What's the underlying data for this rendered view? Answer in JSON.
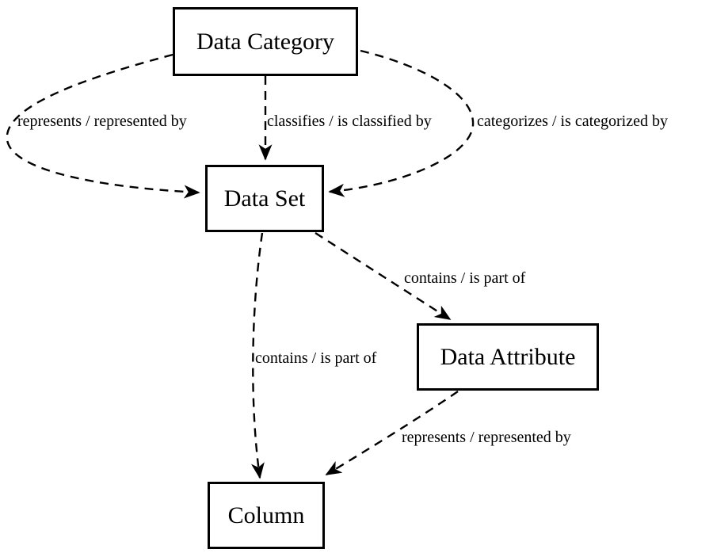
{
  "diagram": {
    "type": "entity-relationship-diagram",
    "background_color": "#ffffff",
    "line_color": "#000000",
    "nodes": [
      {
        "id": "data-category",
        "label": "Data Category"
      },
      {
        "id": "data-set",
        "label": "Data Set"
      },
      {
        "id": "data-attribute",
        "label": "Data Attribute"
      },
      {
        "id": "column",
        "label": "Column"
      }
    ],
    "edges": [
      {
        "from": "Data Category",
        "to": "Data Set",
        "label": "represents / represented by",
        "style": "dashed-arrow"
      },
      {
        "from": "Data Category",
        "to": "Data Set",
        "label": "classifies / is classified by",
        "style": "dashed-arrow"
      },
      {
        "from": "Data Category",
        "to": "Data Set",
        "label": "categorizes / is categorized by",
        "style": "dashed-arrow"
      },
      {
        "from": "Data Set",
        "to": "Data Attribute",
        "label": "contains / is part of",
        "style": "dashed-arrow"
      },
      {
        "from": "Data Set",
        "to": "Column",
        "label": "contains / is part of",
        "style": "dashed-arrow"
      },
      {
        "from": "Data Attribute",
        "to": "Column",
        "label": "represents / represented by",
        "style": "dashed-arrow"
      }
    ]
  }
}
